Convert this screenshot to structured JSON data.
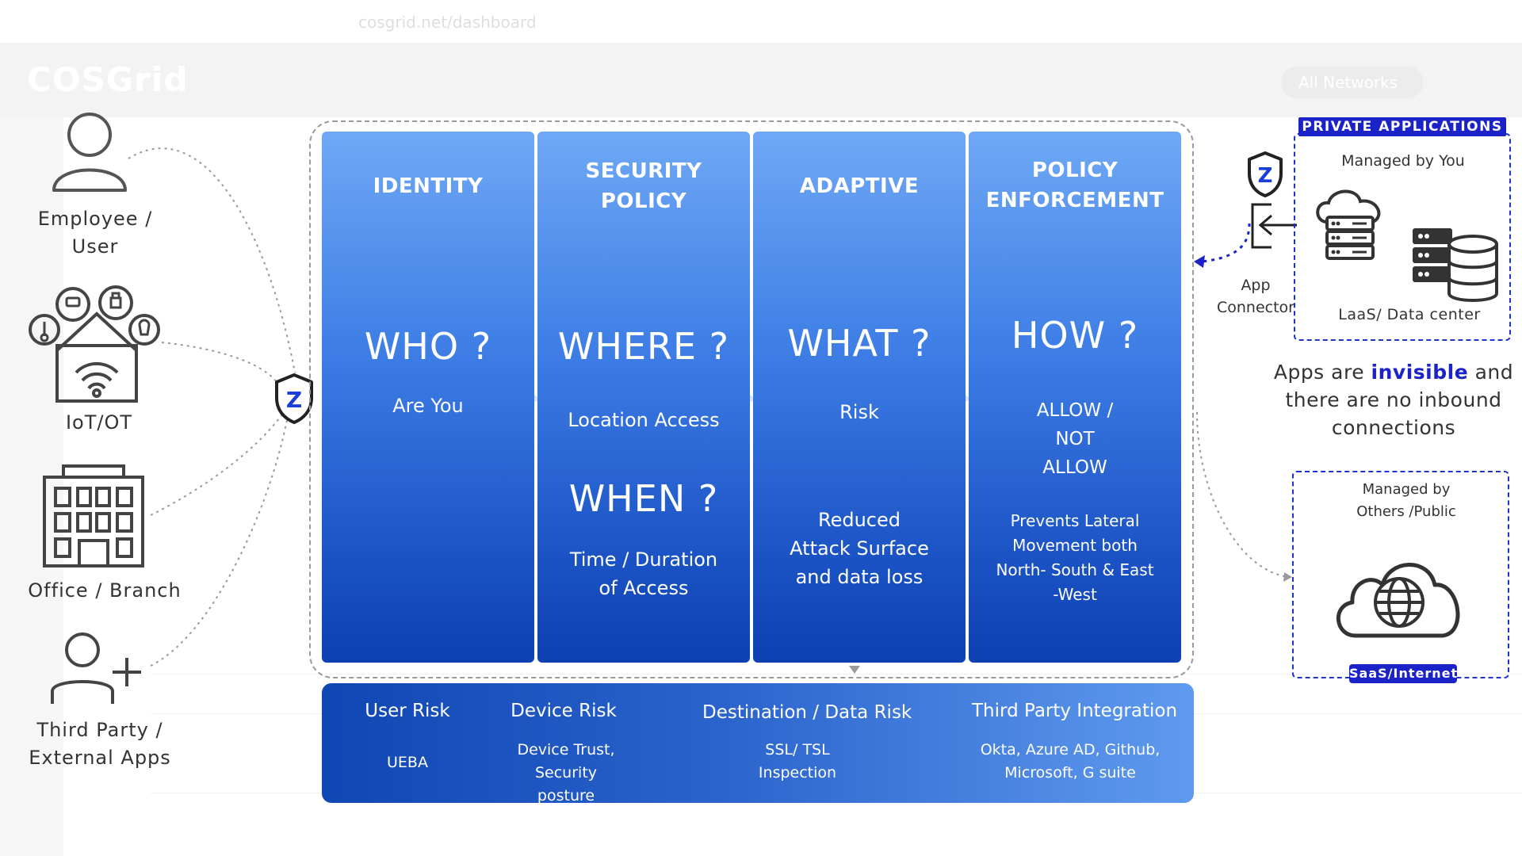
{
  "background": {
    "url": "cosgrid.net/dashboard",
    "logo": "COSGrid",
    "networks_select": "All Networks"
  },
  "pillars": [
    {
      "title": "IDENTITY",
      "question": "WHO ?",
      "detail": "Are You"
    },
    {
      "title": "SECURITY POLICY",
      "question": "WHERE ?",
      "detail": "Location Access",
      "question2": "WHEN ?",
      "detail2": "Time / Duration of Access"
    },
    {
      "title": "ADAPTIVE",
      "question": "WHAT ?",
      "detail": "Risk",
      "detail2": "Reduced Attack Surface and data loss"
    },
    {
      "title": "POLICY ENFORCEMENT",
      "question": "HOW ?",
      "detail": "ALLOW / NOT ALLOW",
      "detail2": "Prevents Lateral Movement both North- South & East -West"
    }
  ],
  "risks": [
    {
      "title": "User Risk",
      "subtitle": "UEBA"
    },
    {
      "title": "Device Risk",
      "subtitle": "Device Trust, Security posture"
    },
    {
      "title": "Destination / Data Risk",
      "subtitle": "SSL/ TSL Inspection"
    },
    {
      "title": "Third Party Integration",
      "subtitle": "Okta, Azure AD, Github, Microsoft, G suite"
    }
  ],
  "entities": [
    {
      "label": "Employee / User",
      "icon": "user-icon"
    },
    {
      "label": "IoT/OT",
      "icon": "iot-house-icon"
    },
    {
      "label": "Office / Branch",
      "icon": "building-icon"
    },
    {
      "label": "Third Party / External Apps",
      "icon": "user-add-icon"
    }
  ],
  "gateway": {
    "letter": "Z",
    "icon": "zero-trust-shield-icon"
  },
  "connector": {
    "label": "App Connector",
    "letter": "Z"
  },
  "private_apps": {
    "tag": "PRIVATE APPLICATIONS",
    "managed": "Managed by You",
    "datacenter": "LaaS/ Data center"
  },
  "invisible_note": {
    "before": "Apps are ",
    "highlight": "invisible",
    "after": " and there are no inbound connections"
  },
  "saas": {
    "managed": "Managed by Others /Public",
    "tag": "SaaS/Internet"
  },
  "colors": {
    "pillar_top": "#6fa8f5",
    "pillar_bottom": "#0d40b0",
    "accent_blue": "#1b22c8",
    "dashed_border": "#9a9a9a"
  }
}
